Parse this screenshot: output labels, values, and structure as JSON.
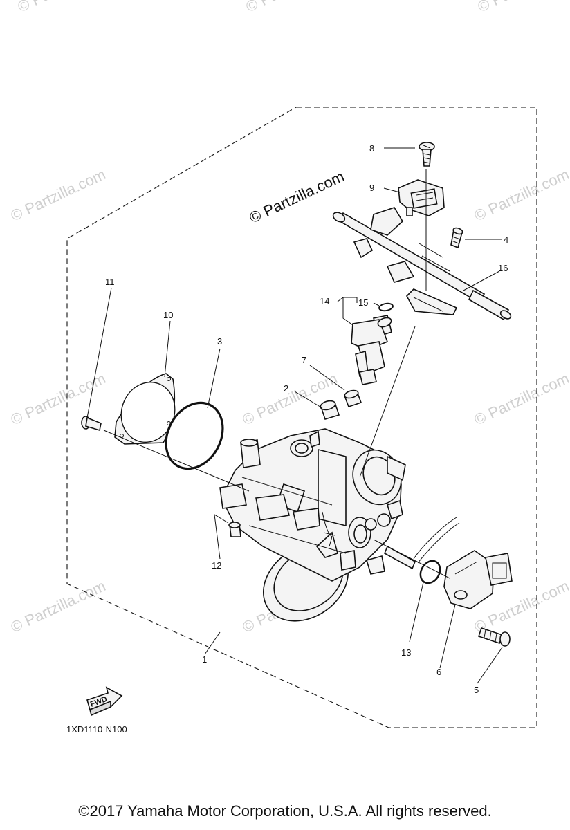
{
  "watermarks": {
    "main": "© Partzilla.com",
    "faint": "© Partzilla.com"
  },
  "diagram_code": "1XD1110-N100",
  "fwd_label": "FWD",
  "copyright": "©2017  Yamaha Motor Corporation, U.S.A. All rights reserved.",
  "callouts": {
    "c1": "1",
    "c2": "2",
    "c3": "3",
    "c4": "4",
    "c5": "5",
    "c6": "6",
    "c7": "7",
    "c8": "8",
    "c9": "9",
    "c10": "10",
    "c11": "11",
    "c12": "12",
    "c13": "13",
    "c14": "14",
    "c15": "15",
    "c16": "16"
  }
}
